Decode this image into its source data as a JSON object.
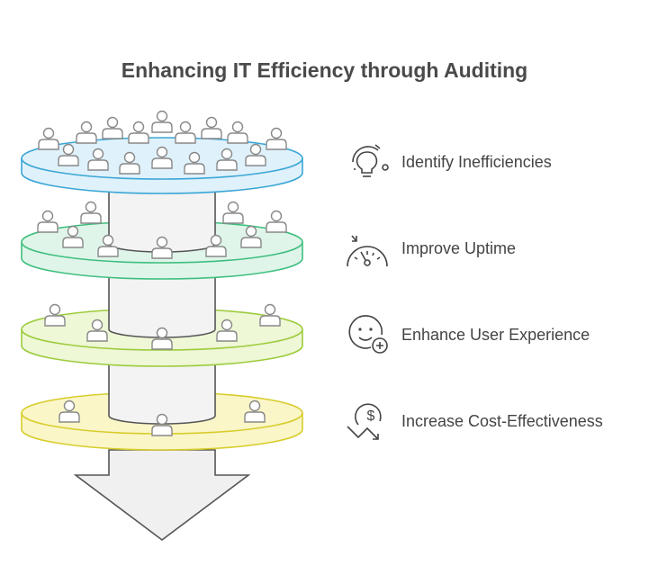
{
  "title": "Enhancing IT Efficiency through Auditing",
  "levels": [
    {
      "label": "Identify Inefficiencies",
      "icon": "lightbulb-icon",
      "color": "#3aa6d6",
      "fill": "#dff1fa"
    },
    {
      "label": "Improve Uptime",
      "icon": "speedometer-icon",
      "color": "#3fbf7f",
      "fill": "#dff5e9"
    },
    {
      "label": "Enhance User Experience",
      "icon": "smiley-plus-icon",
      "color": "#9ccc3c",
      "fill": "#eef7d6"
    },
    {
      "label": "Increase Cost-Effectiveness",
      "icon": "dollar-down-icon",
      "color": "#d8cc2c",
      "fill": "#faf6c8"
    }
  ],
  "colors": {
    "stroke": "#555555",
    "column_fill": "#f3f3f3",
    "person_fill": "#ffffff",
    "person_stroke": "#888888"
  }
}
